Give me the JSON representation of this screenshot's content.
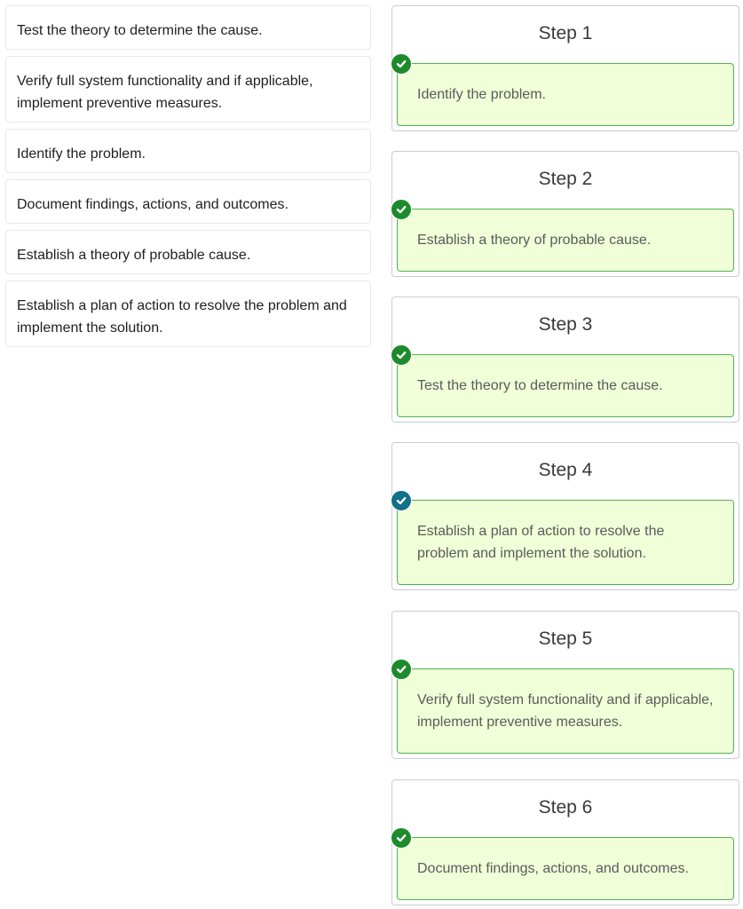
{
  "source_items": [
    "Test the theory to determine the cause.",
    "Verify full system functionality and if applicable, implement preventive measures.",
    "Identify the problem.",
    "Document findings, actions, and outcomes.",
    "Establish a theory of probable cause.",
    "Establish a plan of action to resolve the problem and implement the solution."
  ],
  "steps": [
    {
      "title": "Step 1",
      "answer": "Identify the problem."
    },
    {
      "title": "Step 2",
      "answer": "Establish a theory of probable cause."
    },
    {
      "title": "Step 3",
      "answer": "Test the theory to determine the cause."
    },
    {
      "title": "Step 4",
      "answer": "Establish a plan of action to resolve the problem and implement the solution."
    },
    {
      "title": "Step 5",
      "answer": "Verify full system functionality and if applicable, implement preventive measures."
    },
    {
      "title": "Step 6",
      "answer": "Document findings, actions, and outcomes."
    }
  ],
  "icons": {
    "correct": "checkmark-circle-icon"
  },
  "colors": {
    "correct_border": "#52b152",
    "correct_fill": "#f0ffd8",
    "check_green": "#1d8a2b",
    "check_teal": "#11708a"
  }
}
